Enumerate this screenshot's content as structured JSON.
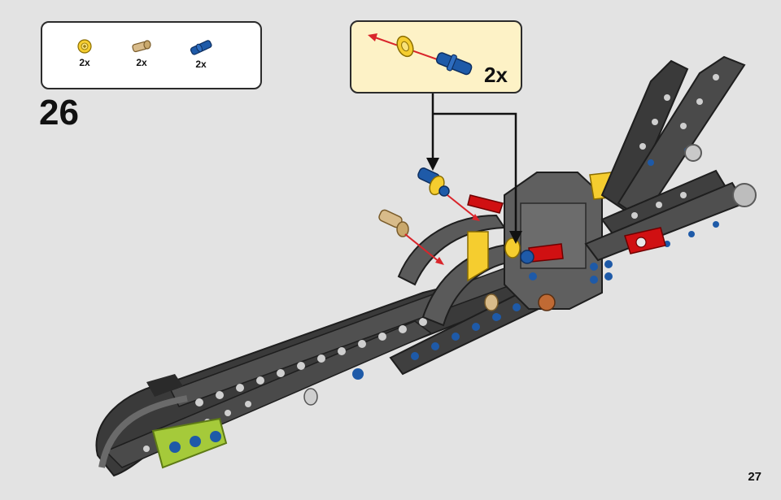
{
  "parts_list": {
    "items": [
      {
        "icon": "yellow-bush-icon",
        "color": "#f5cd2f",
        "quantity": "2x"
      },
      {
        "icon": "tan-axle-pin-icon",
        "color": "#d8bb8a",
        "quantity": "2x"
      },
      {
        "icon": "blue-axle-pin-icon",
        "color": "#1e5aa8",
        "quantity": "2x"
      }
    ]
  },
  "step": {
    "number": "26"
  },
  "callout": {
    "quantity": "2x"
  },
  "page": {
    "number": "27"
  },
  "colors": {
    "background": "#e3e3e3",
    "callout_background": "#fdf2c6",
    "beam_dark": "#3a3a3a",
    "beam_mid": "#5a5a5a",
    "arrow_red": "#d9252b",
    "yellow": "#f5cd2f",
    "lime": "#a5ca3a",
    "red_part": "#d01012",
    "blue_pin": "#1e5aa8"
  }
}
